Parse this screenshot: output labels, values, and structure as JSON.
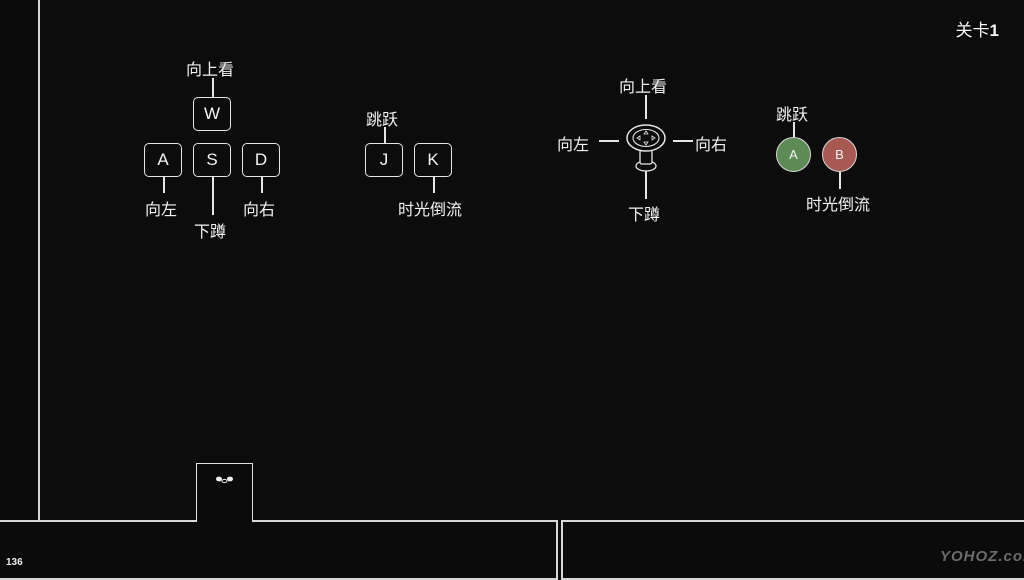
{
  "hud": {
    "level_label": "关卡",
    "level_number": "1",
    "frame_counter": "136",
    "watermark": "YOHOZ.com"
  },
  "keyboard_controls": {
    "keys": {
      "up": "W",
      "left": "A",
      "down": "S",
      "right": "D",
      "jump": "J",
      "rewind": "K"
    },
    "labels": {
      "look_up": "向上看",
      "left": "向左",
      "crouch": "下蹲",
      "right": "向右",
      "jump": "跳跃",
      "rewind": "时光倒流"
    }
  },
  "gamepad_controls": {
    "buttons": {
      "a": "A",
      "b": "B"
    },
    "labels": {
      "look_up": "向上看",
      "left": "向左",
      "right": "向右",
      "crouch": "下蹲",
      "jump": "跳跃",
      "rewind": "时光倒流"
    },
    "colors": {
      "a_button": "#5e8a55",
      "b_button": "#a85a52"
    }
  },
  "colors": {
    "background": "#0c0c0c",
    "wall_outline": "#d8d8d8",
    "text": "#f2f2f2"
  }
}
